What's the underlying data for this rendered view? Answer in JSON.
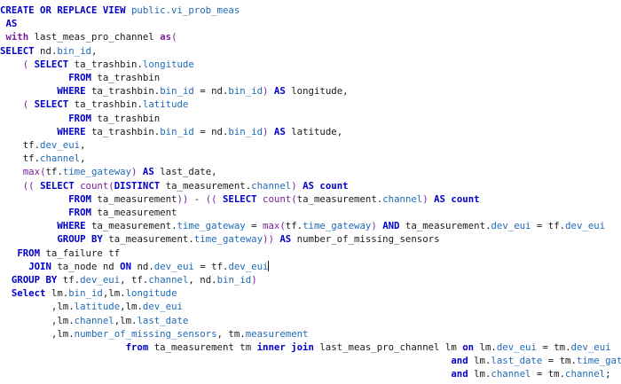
{
  "editor": {
    "language": "sql",
    "lines": [
      [
        [
          "kw",
          "CREATE OR REPLACE VIEW"
        ],
        [
          "tx",
          " "
        ],
        [
          "cl",
          "public.vi_prob_meas"
        ]
      ],
      [
        [
          "tx",
          " "
        ],
        [
          "kw",
          "AS"
        ]
      ],
      [
        [
          "tx",
          " "
        ],
        [
          "kwi",
          "with"
        ],
        [
          "tx",
          " last_meas_pro_channel "
        ],
        [
          "kwi",
          "as"
        ],
        [
          "pn",
          "("
        ]
      ],
      [
        [
          "kw",
          "SELECT"
        ],
        [
          "tx",
          " nd."
        ],
        [
          "cl",
          "bin_id"
        ],
        [
          "tx",
          ","
        ]
      ],
      [
        [
          "tx",
          "    "
        ],
        [
          "pn",
          "("
        ],
        [
          "tx",
          " "
        ],
        [
          "kw",
          "SELECT"
        ],
        [
          "tx",
          " ta_trashbin."
        ],
        [
          "cl",
          "longitude"
        ]
      ],
      [
        [
          "tx",
          "            "
        ],
        [
          "kw",
          "FROM"
        ],
        [
          "tx",
          " ta_trashbin"
        ]
      ],
      [
        [
          "tx",
          "          "
        ],
        [
          "kw",
          "WHERE"
        ],
        [
          "tx",
          " ta_trashbin."
        ],
        [
          "cl",
          "bin_id"
        ],
        [
          "tx",
          " = nd."
        ],
        [
          "cl",
          "bin_id"
        ],
        [
          "pn",
          ")"
        ],
        [
          "tx",
          " "
        ],
        [
          "kw",
          "AS"
        ],
        [
          "tx",
          " longitude,"
        ]
      ],
      [
        [
          "tx",
          "    "
        ],
        [
          "pn",
          "("
        ],
        [
          "tx",
          " "
        ],
        [
          "kw",
          "SELECT"
        ],
        [
          "tx",
          " ta_trashbin."
        ],
        [
          "cl",
          "latitude"
        ]
      ],
      [
        [
          "tx",
          "            "
        ],
        [
          "kw",
          "FROM"
        ],
        [
          "tx",
          " ta_trashbin"
        ]
      ],
      [
        [
          "tx",
          "          "
        ],
        [
          "kw",
          "WHERE"
        ],
        [
          "tx",
          " ta_trashbin."
        ],
        [
          "cl",
          "bin_id"
        ],
        [
          "tx",
          " = nd."
        ],
        [
          "cl",
          "bin_id"
        ],
        [
          "pn",
          ")"
        ],
        [
          "tx",
          " "
        ],
        [
          "kw",
          "AS"
        ],
        [
          "tx",
          " latitude,"
        ]
      ],
      [
        [
          "tx",
          "    tf."
        ],
        [
          "cl",
          "dev_eui"
        ],
        [
          "tx",
          ","
        ]
      ],
      [
        [
          "tx",
          "    tf."
        ],
        [
          "cl",
          "channel"
        ],
        [
          "tx",
          ","
        ]
      ],
      [
        [
          "tx",
          "    "
        ],
        [
          "fn",
          "max"
        ],
        [
          "pn",
          "("
        ],
        [
          "tx",
          "tf."
        ],
        [
          "cl",
          "time_gateway"
        ],
        [
          "pn",
          ")"
        ],
        [
          "tx",
          " "
        ],
        [
          "kw",
          "AS"
        ],
        [
          "tx",
          " last_date,"
        ]
      ],
      [
        [
          "tx",
          "    "
        ],
        [
          "pn",
          "(("
        ],
        [
          "tx",
          " "
        ],
        [
          "kw",
          "SELECT"
        ],
        [
          "tx",
          " "
        ],
        [
          "fn",
          "count"
        ],
        [
          "pn",
          "("
        ],
        [
          "kw",
          "DISTINCT"
        ],
        [
          "tx",
          " ta_measurement."
        ],
        [
          "cl",
          "channel"
        ],
        [
          "pn",
          ")"
        ],
        [
          "tx",
          " "
        ],
        [
          "kw",
          "AS count"
        ]
      ],
      [
        [
          "tx",
          "            "
        ],
        [
          "kw",
          "FROM"
        ],
        [
          "tx",
          " ta_measurement"
        ],
        [
          "pn",
          "))"
        ],
        [
          "tx",
          " - "
        ],
        [
          "pn",
          "(("
        ],
        [
          "tx",
          " "
        ],
        [
          "kw",
          "SELECT"
        ],
        [
          "tx",
          " "
        ],
        [
          "fn",
          "count"
        ],
        [
          "pn",
          "("
        ],
        [
          "tx",
          "ta_measurement."
        ],
        [
          "cl",
          "channel"
        ],
        [
          "pn",
          ")"
        ],
        [
          "tx",
          " "
        ],
        [
          "kw",
          "AS count"
        ]
      ],
      [
        [
          "tx",
          "            "
        ],
        [
          "kw",
          "FROM"
        ],
        [
          "tx",
          " ta_measurement"
        ]
      ],
      [
        [
          "tx",
          "          "
        ],
        [
          "kw",
          "WHERE"
        ],
        [
          "tx",
          " ta_measurement."
        ],
        [
          "cl",
          "time_gateway"
        ],
        [
          "tx",
          " = "
        ],
        [
          "fn",
          "max"
        ],
        [
          "pn",
          "("
        ],
        [
          "tx",
          "tf."
        ],
        [
          "cl",
          "time_gateway"
        ],
        [
          "pn",
          ")"
        ],
        [
          "tx",
          " "
        ],
        [
          "kw",
          "AND"
        ],
        [
          "tx",
          " ta_measurement."
        ],
        [
          "cl",
          "dev_eui"
        ],
        [
          "tx",
          " = tf."
        ],
        [
          "cl",
          "dev_eui"
        ]
      ],
      [
        [
          "tx",
          "          "
        ],
        [
          "kw",
          "GROUP BY"
        ],
        [
          "tx",
          " ta_measurement."
        ],
        [
          "cl",
          "time_gateway"
        ],
        [
          "pn",
          "))"
        ],
        [
          "tx",
          " "
        ],
        [
          "kw",
          "AS"
        ],
        [
          "tx",
          " number_of_missing_sensors"
        ]
      ],
      [
        [
          "tx",
          "   "
        ],
        [
          "kw",
          "FROM"
        ],
        [
          "tx",
          " ta_failure tf"
        ]
      ],
      [
        [
          "tx",
          "     "
        ],
        [
          "kw",
          "JOIN"
        ],
        [
          "tx",
          " ta_node nd "
        ],
        [
          "kw",
          "ON"
        ],
        [
          "tx",
          " nd."
        ],
        [
          "cl",
          "dev_eui"
        ],
        [
          "tx",
          " = tf."
        ],
        [
          "cl",
          "dev_eui"
        ],
        [
          "caret",
          ""
        ]
      ],
      [
        [
          "tx",
          "  "
        ],
        [
          "kw",
          "GROUP BY"
        ],
        [
          "tx",
          " tf."
        ],
        [
          "cl",
          "dev_eui"
        ],
        [
          "tx",
          ", tf."
        ],
        [
          "cl",
          "channel"
        ],
        [
          "tx",
          ", nd."
        ],
        [
          "cl",
          "bin_id"
        ],
        [
          "pn",
          ")"
        ]
      ],
      [
        [
          "tx",
          "  "
        ],
        [
          "kw",
          "Select"
        ],
        [
          "tx",
          " lm."
        ],
        [
          "cl",
          "bin_id"
        ],
        [
          "tx",
          ",lm."
        ],
        [
          "cl",
          "longitude"
        ]
      ],
      [
        [
          "tx",
          "         ,lm."
        ],
        [
          "cl",
          "latitude"
        ],
        [
          "tx",
          ",lm."
        ],
        [
          "cl",
          "dev_eui"
        ]
      ],
      [
        [
          "tx",
          "         ,lm."
        ],
        [
          "cl",
          "channel"
        ],
        [
          "tx",
          ",lm."
        ],
        [
          "cl",
          "last_date"
        ]
      ],
      [
        [
          "tx",
          "         ,lm."
        ],
        [
          "cl",
          "number_of_missing_sensors"
        ],
        [
          "tx",
          ", tm."
        ],
        [
          "cl",
          "measurement"
        ]
      ],
      [
        [
          "tx",
          "                      "
        ],
        [
          "kw",
          "from"
        ],
        [
          "tx",
          " ta_measurement tm "
        ],
        [
          "kw",
          "inner join"
        ],
        [
          "tx",
          " last_meas_pro_channel lm "
        ],
        [
          "kw",
          "on"
        ],
        [
          "tx",
          " lm."
        ],
        [
          "cl",
          "dev_eui"
        ],
        [
          "tx",
          " = tm."
        ],
        [
          "cl",
          "dev_eui"
        ]
      ],
      [
        [
          "tx",
          "                                                                               "
        ],
        [
          "kw",
          "and"
        ],
        [
          "tx",
          " lm."
        ],
        [
          "cl",
          "last_date"
        ],
        [
          "tx",
          " = tm."
        ],
        [
          "cl",
          "time_gateway"
        ]
      ],
      [
        [
          "tx",
          "                                                                               "
        ],
        [
          "kw",
          "and"
        ],
        [
          "tx",
          " lm."
        ],
        [
          "cl",
          "channel"
        ],
        [
          "tx",
          " = tm."
        ],
        [
          "cl",
          "channel"
        ],
        [
          "tx",
          ";"
        ]
      ]
    ]
  }
}
